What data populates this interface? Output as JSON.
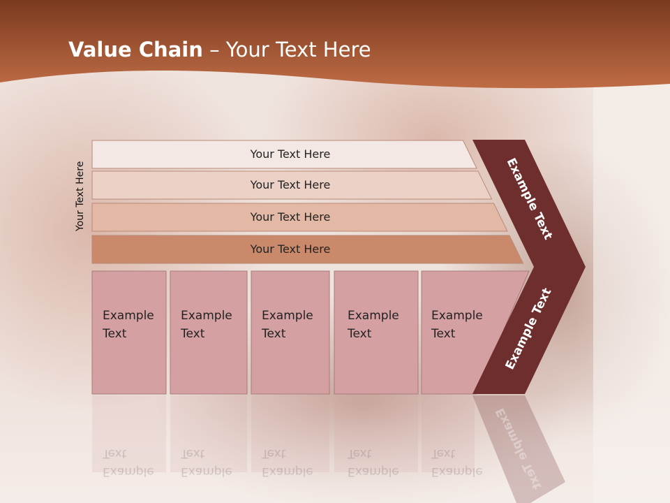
{
  "slide": {
    "title_bold": "Value Chain",
    "title_rest": " – Your Text Here",
    "side_label": "Your Text Here"
  },
  "support_bands": [
    {
      "label": "Your Text Here",
      "color": "#f3e8e4"
    },
    {
      "label": "Your Text Here",
      "color": "#ecd2c6"
    },
    {
      "label": "Your Text Here",
      "color": "#e3b8a4"
    },
    {
      "label": "Your Text Here",
      "color": "#c9896a"
    }
  ],
  "primary_boxes": [
    {
      "line1": "Example",
      "line2": "Text"
    },
    {
      "line1": "Example",
      "line2": "Text"
    },
    {
      "line1": "Example",
      "line2": "Text"
    },
    {
      "line1": "Example",
      "line2": "Text"
    },
    {
      "line1": "Example",
      "line2": "Text"
    }
  ],
  "margin_chevron": {
    "top_label": "Example Text",
    "bottom_label": "Example Text",
    "color": "#6e2e2e"
  },
  "colors": {
    "header": "#b5653f",
    "box_fill": "#d4a0a2",
    "box_stroke": "#a87a7a"
  }
}
